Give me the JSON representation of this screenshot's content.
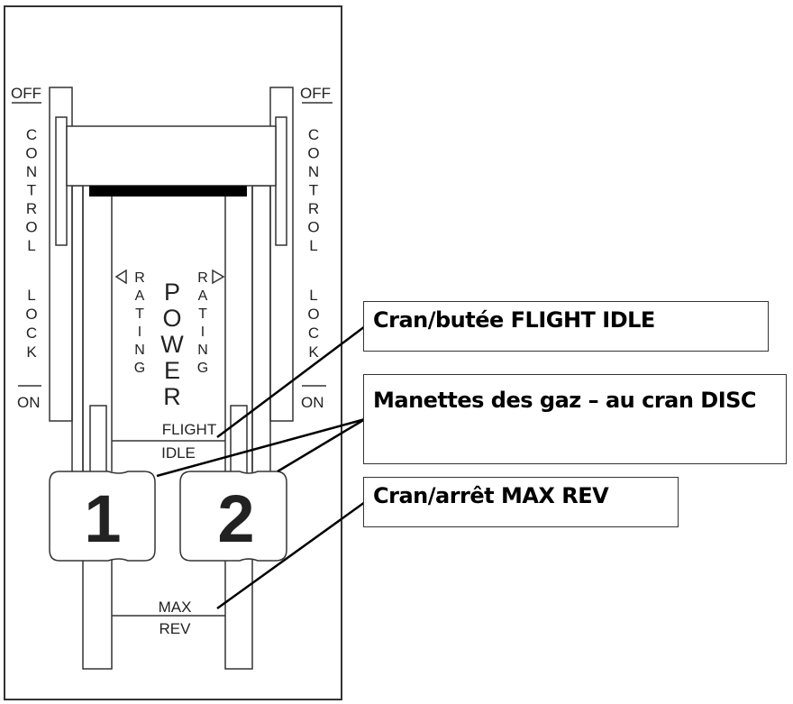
{
  "panel": {
    "left_lock": {
      "off": "OFF",
      "control": [
        "C",
        "O",
        "N",
        "T",
        "R",
        "O",
        "L"
      ],
      "lock": [
        "L",
        "O",
        "C",
        "K"
      ],
      "on": "ON"
    },
    "right_lock": {
      "off": "OFF",
      "control": [
        "C",
        "O",
        "N",
        "T",
        "R",
        "O",
        "L"
      ],
      "lock": [
        "L",
        "O",
        "C",
        "K"
      ],
      "on": "ON"
    },
    "left_rating": [
      "R",
      "A",
      "T",
      "I",
      "N",
      "G"
    ],
    "right_rating": [
      "R",
      "A",
      "T",
      "I",
      "N",
      "G"
    ],
    "power": [
      "P",
      "O",
      "W",
      "E",
      "R"
    ],
    "flight_idle": {
      "line1": "FLIGHT",
      "line2": "IDLE"
    },
    "max_rev": {
      "line1": "MAX",
      "line2": "REV"
    },
    "lever1_label": "1",
    "lever2_label": "2"
  },
  "callouts": [
    {
      "text": "Cran/butée FLIGHT IDLE"
    },
    {
      "text": "Manettes des gaz – au cran DISC"
    },
    {
      "text": "Cran/arrêt MAX REV"
    }
  ],
  "colors": {
    "line": "#333333",
    "leader": "#000000",
    "background": "#ffffff"
  }
}
